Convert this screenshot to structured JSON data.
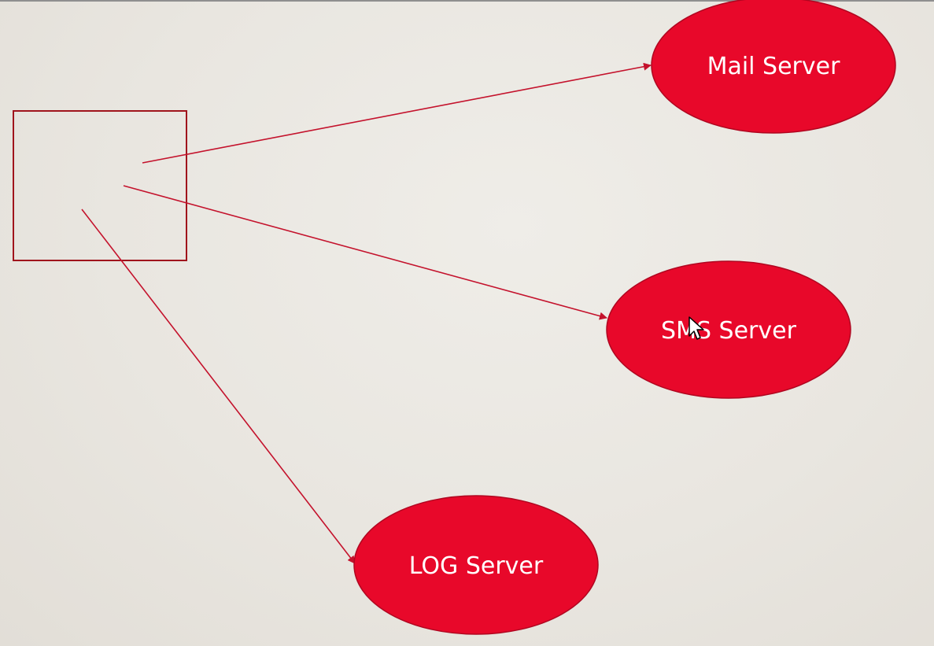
{
  "diagram": {
    "colors": {
      "node_fill": "#e8082a",
      "node_stroke": "#b00620",
      "box_stroke": "#a0141c",
      "arrow": "#c4122c",
      "label": "#ffffff"
    },
    "source_box": {
      "label": ""
    },
    "nodes": [
      {
        "id": "mail",
        "label": "Mail Server"
      },
      {
        "id": "sms",
        "label": "SMS Server"
      },
      {
        "id": "log",
        "label": "LOG Server"
      }
    ],
    "edges": [
      {
        "from": "source_box",
        "to": "mail"
      },
      {
        "from": "source_box",
        "to": "sms"
      },
      {
        "from": "source_box",
        "to": "log"
      }
    ],
    "cursor": {
      "icon": "mouse-pointer-icon"
    }
  }
}
